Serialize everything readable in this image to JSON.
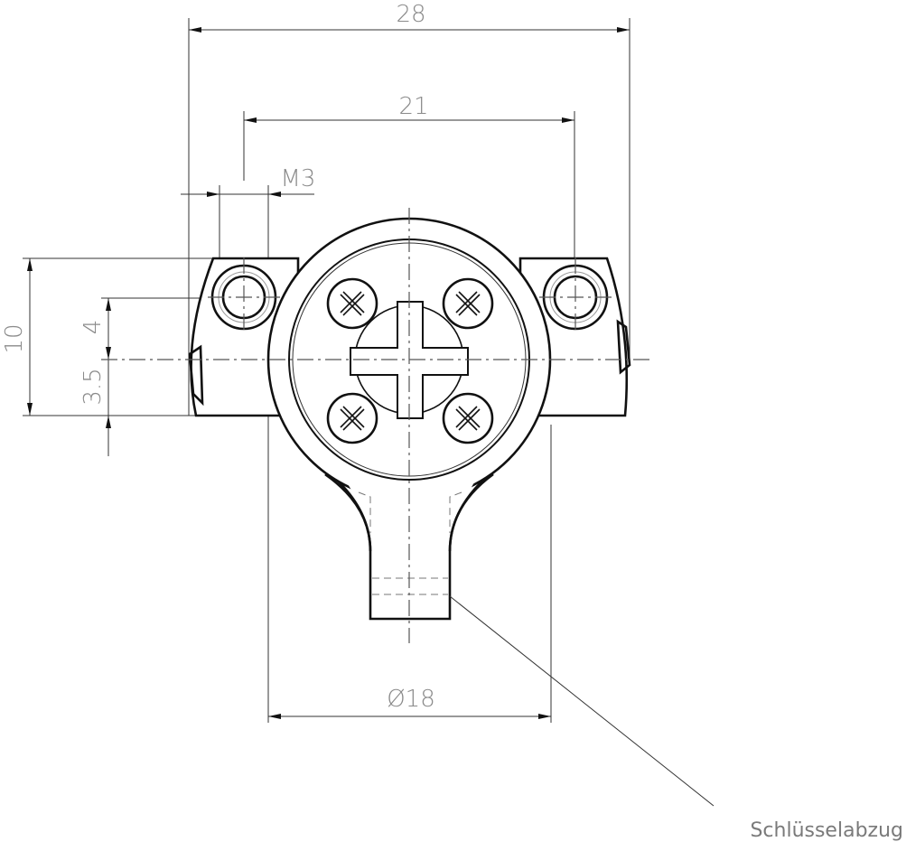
{
  "drawing": {
    "dimensions": {
      "overall_width": "28",
      "hole_spacing": "21",
      "thread": "M3",
      "height": "10",
      "hole_offset": "4",
      "lower_offset": "3.5",
      "diameter": "Ø18"
    },
    "callout": "Schlüsselabzug"
  }
}
